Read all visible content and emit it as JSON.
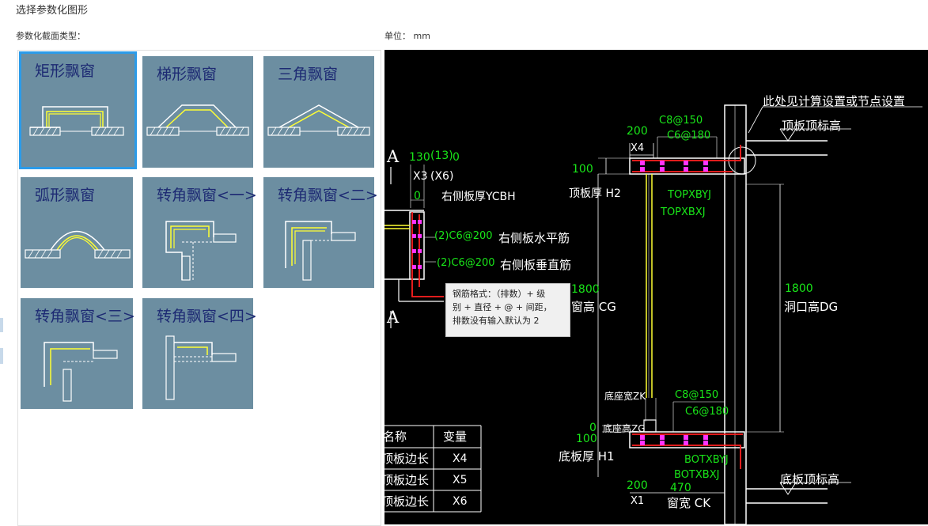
{
  "dialog": {
    "title": "选择参数化图形",
    "section_label": "参数化截面类型：",
    "unit_label": "单位：  mm"
  },
  "thumbnails": [
    {
      "label": "矩形飘窗",
      "selected": true
    },
    {
      "label": "梯形飘窗",
      "selected": false
    },
    {
      "label": "三角飘窗",
      "selected": false
    },
    {
      "label": "弧形飘窗",
      "selected": false
    },
    {
      "label": "转角飘窗<一>",
      "selected": false
    },
    {
      "label": "转角飘窗<二>",
      "selected": false
    },
    {
      "label": "转角飘窗<三>",
      "selected": false
    },
    {
      "label": "转角飘窗<四>",
      "selected": false
    }
  ],
  "cad": {
    "note_top": "此处见计算设置或节点设置",
    "top_elev": "顶板顶标高",
    "bottom_elev": "底板顶标高",
    "top_x4_dim": "200",
    "x4": "X4",
    "c8_150_top": "C8@150",
    "c6_180_top": "C6@180",
    "dim_100_top": "100",
    "top_thick": "顶板厚 H2",
    "topxbyj": "TOPXBYJ",
    "topxbxj": "TOPXBXJ",
    "sec_a_top": "A",
    "sec_a_bottom": "A",
    "d130": "130",
    "d13": "(13)",
    "d0_top": "0",
    "x3": "X3",
    "x6": "(X6)",
    "d0_left": "0",
    "right_thick": "右侧板厚YCBH",
    "r_horiz_code": "(2)C6@200",
    "r_horiz": "右侧板水平筋",
    "r_vert_code": "(2)C6@200",
    "r_vert": "右侧板垂直筋",
    "d1800_left": "1800",
    "win_height": "窗高 CG",
    "d1800_right": "1800",
    "opening_height": "洞口高DG",
    "base_width": "底座宽ZK",
    "base_height": "底座高ZG",
    "c8_150_bot": "C8@150",
    "c6_180_bot": "C6@180",
    "d0_bot": "0",
    "dim_100_bot": "100",
    "bot_thick": "底板厚  H1",
    "botxbyj": "BOTXBYJ",
    "botxbxj": "BOTXBXJ",
    "d200_bot": "200",
    "d470": "470",
    "x1": "X1",
    "win_width": "窗宽 CK",
    "table": {
      "headers": [
        "名称",
        "变量"
      ],
      "rows": [
        [
          "顶板边长",
          "X4"
        ],
        [
          "顶板边长",
          "X5"
        ],
        [
          "顶板边长",
          "X6"
        ]
      ]
    }
  },
  "tooltip": {
    "line1": "钢筋格式：（排数）+ 级",
    "line2": "别 + 直径 + @ + 间距，",
    "line3": "排数没有输入默认为 2"
  },
  "colors": {
    "thumb_bg": "#6c8ea1",
    "selected": "#2b9be9",
    "rebar": "#ff2020",
    "green_text": "#19e619",
    "yellow": "#ffff33",
    "magenta": "#ff33ff"
  }
}
